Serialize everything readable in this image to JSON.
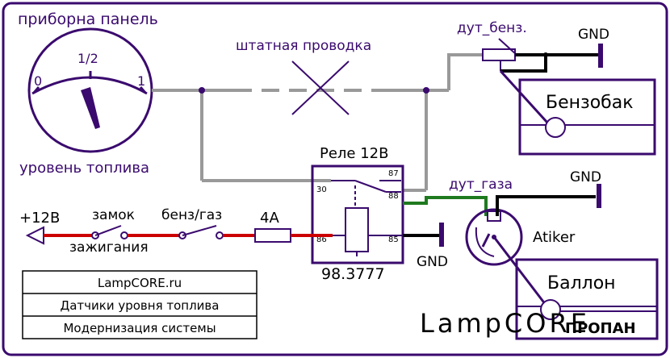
{
  "instrument_panel": {
    "title": "приборна панель",
    "subtitle": "уровень топлива",
    "scale_empty": "0",
    "scale_half": "1/2",
    "scale_full": "1"
  },
  "stock_wiring_label": "штатная проводка",
  "petrol_sender_label": "дут_бенз.",
  "petrol_tank_label": "Бензобак",
  "relay": {
    "title": "Реле 12В",
    "part_number": "98.3777",
    "pin_30": "30",
    "pin_87": "87",
    "pin_88": "88",
    "pin_86": "86",
    "pin_85": "85"
  },
  "gas_sender_label": "дут_газа",
  "gas_sender_brand": "Atiker",
  "gas_tank_label": "Баллон",
  "gas_tank_fuel": "ПРОПАН",
  "ground_labels": [
    "GND",
    "GND",
    "GND"
  ],
  "power_label": "+12В",
  "ignition_label_1": "замок",
  "ignition_label_2": "зажигания",
  "selector_switch_label": "бенз/газ",
  "fuse_label": "4А",
  "info_table": [
    "LampCORE.ru",
    "Датчики уровня топлива",
    "Модернизация системы"
  ],
  "watermark": "LampCORE",
  "colors": {
    "outline": "#3a0a6e",
    "stock_wire": "#999999",
    "power_wire": "#cc0000",
    "signal_wire": "#1f7a1f",
    "ground_wire": "#000000"
  }
}
